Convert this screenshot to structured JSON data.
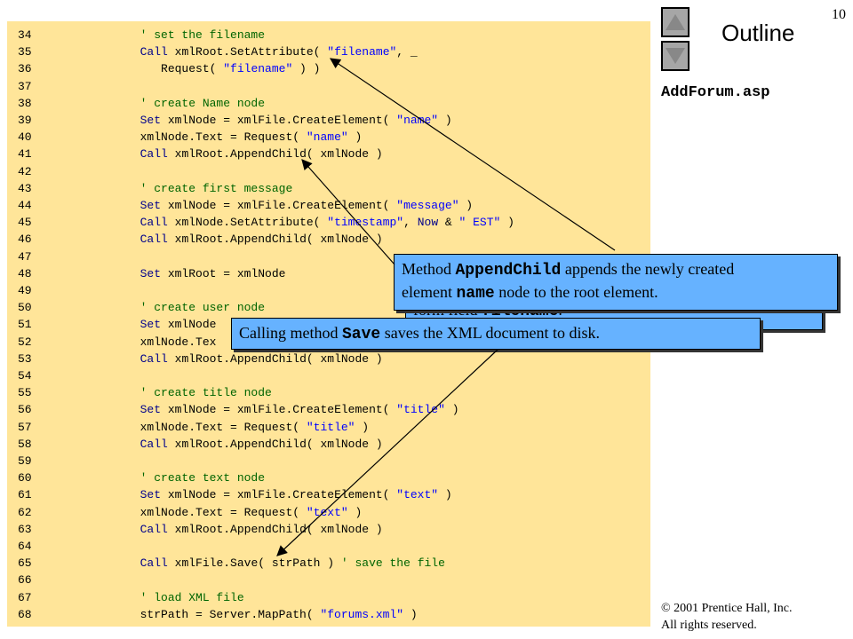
{
  "slide": {
    "page_number": "10",
    "outline_label": "Outline",
    "file_name": "AddForum.asp",
    "copyright_line1": "© 2001 Prentice Hall, Inc.",
    "copyright_line2": "All rights reserved."
  },
  "code": [
    {
      "n": "34",
      "t": [
        {
          "c": "cmt",
          "s": "            ' set the filename"
        }
      ]
    },
    {
      "n": "35",
      "t": [
        {
          "c": "",
          "s": "            "
        },
        {
          "c": "kw",
          "s": "Call"
        },
        {
          "c": "",
          "s": " xmlRoot.SetAttribute( "
        },
        {
          "c": "str",
          "s": "\"filename\""
        },
        {
          "c": "",
          "s": ", _"
        }
      ]
    },
    {
      "n": "36",
      "t": [
        {
          "c": "",
          "s": "               Request( "
        },
        {
          "c": "str",
          "s": "\"filename\""
        },
        {
          "c": "",
          "s": " ) )"
        }
      ]
    },
    {
      "n": "37",
      "t": []
    },
    {
      "n": "38",
      "t": [
        {
          "c": "cmt",
          "s": "            ' create Name node"
        }
      ]
    },
    {
      "n": "39",
      "t": [
        {
          "c": "",
          "s": "            "
        },
        {
          "c": "kw",
          "s": "Set"
        },
        {
          "c": "",
          "s": " xmlNode = xmlFile.CreateElement( "
        },
        {
          "c": "str",
          "s": "\"name\""
        },
        {
          "c": "",
          "s": " )"
        }
      ]
    },
    {
      "n": "40",
      "t": [
        {
          "c": "",
          "s": "            xmlNode.Text = Request( "
        },
        {
          "c": "str",
          "s": "\"name\""
        },
        {
          "c": "",
          "s": " )"
        }
      ]
    },
    {
      "n": "41",
      "t": [
        {
          "c": "",
          "s": "            "
        },
        {
          "c": "kw",
          "s": "Call"
        },
        {
          "c": "",
          "s": " xmlRoot.AppendChild( xmlNode )"
        }
      ]
    },
    {
      "n": "42",
      "t": []
    },
    {
      "n": "43",
      "t": [
        {
          "c": "cmt",
          "s": "            ' create first message"
        }
      ]
    },
    {
      "n": "44",
      "t": [
        {
          "c": "",
          "s": "            "
        },
        {
          "c": "kw",
          "s": "Set"
        },
        {
          "c": "",
          "s": " xmlNode = xmlFile.CreateElement( "
        },
        {
          "c": "str",
          "s": "\"message\""
        },
        {
          "c": "",
          "s": " )"
        }
      ]
    },
    {
      "n": "45",
      "t": [
        {
          "c": "",
          "s": "            "
        },
        {
          "c": "kw",
          "s": "Call"
        },
        {
          "c": "",
          "s": " xmlNode.SetAttribute( "
        },
        {
          "c": "str",
          "s": "\"timestamp\""
        },
        {
          "c": "",
          "s": ", "
        },
        {
          "c": "kw",
          "s": "Now"
        },
        {
          "c": "",
          "s": " & "
        },
        {
          "c": "str",
          "s": "\" EST\""
        },
        {
          "c": "",
          "s": " )"
        }
      ]
    },
    {
      "n": "46",
      "t": [
        {
          "c": "",
          "s": "            "
        },
        {
          "c": "kw",
          "s": "Call"
        },
        {
          "c": "",
          "s": " xmlRoot.AppendChild( xmlNode )"
        }
      ]
    },
    {
      "n": "47",
      "t": []
    },
    {
      "n": "48",
      "t": [
        {
          "c": "",
          "s": "            "
        },
        {
          "c": "kw",
          "s": "Set"
        },
        {
          "c": "",
          "s": " xmlRoot = xmlNode"
        }
      ]
    },
    {
      "n": "49",
      "t": []
    },
    {
      "n": "50",
      "t": [
        {
          "c": "cmt",
          "s": "            ' create user node"
        }
      ]
    },
    {
      "n": "51",
      "t": [
        {
          "c": "",
          "s": "            "
        },
        {
          "c": "kw",
          "s": "Set"
        },
        {
          "c": "",
          "s": " xmlNode"
        }
      ]
    },
    {
      "n": "52",
      "t": [
        {
          "c": "",
          "s": "            xmlNode.Tex"
        }
      ]
    },
    {
      "n": "53",
      "t": [
        {
          "c": "",
          "s": "            "
        },
        {
          "c": "kw",
          "s": "Call"
        },
        {
          "c": "",
          "s": " xmlRoot.AppendChild( xmlNode )"
        }
      ]
    },
    {
      "n": "54",
      "t": []
    },
    {
      "n": "55",
      "t": [
        {
          "c": "cmt",
          "s": "            ' create title node"
        }
      ]
    },
    {
      "n": "56",
      "t": [
        {
          "c": "",
          "s": "            "
        },
        {
          "c": "kw",
          "s": "Set"
        },
        {
          "c": "",
          "s": " xmlNode = xmlFile.CreateElement( "
        },
        {
          "c": "str",
          "s": "\"title\""
        },
        {
          "c": "",
          "s": " )"
        }
      ]
    },
    {
      "n": "57",
      "t": [
        {
          "c": "",
          "s": "            xmlNode.Text = Request( "
        },
        {
          "c": "str",
          "s": "\"title\""
        },
        {
          "c": "",
          "s": " )"
        }
      ]
    },
    {
      "n": "58",
      "t": [
        {
          "c": "",
          "s": "            "
        },
        {
          "c": "kw",
          "s": "Call"
        },
        {
          "c": "",
          "s": " xmlRoot.AppendChild( xmlNode )"
        }
      ]
    },
    {
      "n": "59",
      "t": []
    },
    {
      "n": "60",
      "t": [
        {
          "c": "cmt",
          "s": "            ' create text node"
        }
      ]
    },
    {
      "n": "61",
      "t": [
        {
          "c": "",
          "s": "            "
        },
        {
          "c": "kw",
          "s": "Set"
        },
        {
          "c": "",
          "s": " xmlNode = xmlFile.CreateElement( "
        },
        {
          "c": "str",
          "s": "\"text\""
        },
        {
          "c": "",
          "s": " )"
        }
      ]
    },
    {
      "n": "62",
      "t": [
        {
          "c": "",
          "s": "            xmlNode.Text = Request( "
        },
        {
          "c": "str",
          "s": "\"text\""
        },
        {
          "c": "",
          "s": " )"
        }
      ]
    },
    {
      "n": "63",
      "t": [
        {
          "c": "",
          "s": "            "
        },
        {
          "c": "kw",
          "s": "Call"
        },
        {
          "c": "",
          "s": " xmlRoot.AppendChild( xmlNode )"
        }
      ]
    },
    {
      "n": "64",
      "t": []
    },
    {
      "n": "65",
      "t": [
        {
          "c": "",
          "s": "            "
        },
        {
          "c": "kw",
          "s": "Call"
        },
        {
          "c": "",
          "s": " xmlFile.Save( strPath ) "
        },
        {
          "c": "cmt",
          "s": "' save the file"
        }
      ]
    },
    {
      "n": "66",
      "t": []
    },
    {
      "n": "67",
      "t": [
        {
          "c": "cmt",
          "s": "            ' load XML file"
        }
      ]
    },
    {
      "n": "68",
      "t": [
        {
          "c": "",
          "s": "            strPath = Server.MapPath( "
        },
        {
          "c": "str",
          "s": "\"forums.xml\""
        },
        {
          "c": "",
          "s": " )"
        }
      ]
    }
  ],
  "callouts": {
    "back_partial": "form field ",
    "back_partial_code": "filename",
    "back_partial_end": ".",
    "append_line1_a": "Method ",
    "append_line1_code": "AppendChild",
    "append_line1_b": " appends the newly created",
    "append_line2_a": "element ",
    "append_line2_code": "name",
    "append_line2_b": " node to the root element.",
    "save_a": "Calling method ",
    "save_code": "Save",
    "save_b": " saves the XML document to disk."
  },
  "colors": {
    "code_background": "#ffe599",
    "callout_fill": "#66b2ff",
    "keyword": "#00008b",
    "string": "#0000ff",
    "comment": "#006400"
  },
  "icons": {
    "nav_up": "triangle-up-icon",
    "nav_down": "triangle-down-icon"
  }
}
